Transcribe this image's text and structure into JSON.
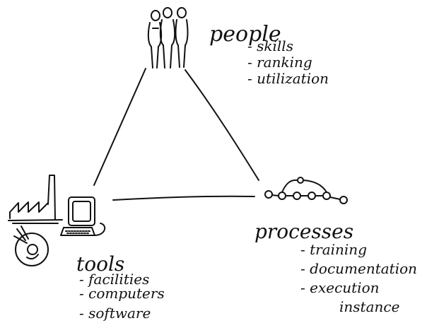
{
  "nodes": {
    "people": {
      "label": "people",
      "items": [
        "- skills",
        "- ranking",
        "- utilization"
      ],
      "icon": "people-icon"
    },
    "processes": {
      "label": "processes",
      "items": [
        "- training",
        "- documentation",
        "- execution",
        "instance"
      ],
      "icon": "process-flow-icon"
    },
    "tools": {
      "label": "tools",
      "items": [
        "- facilities",
        "- computers",
        "- software"
      ],
      "icon": "tools-icon"
    }
  },
  "colors": {
    "ink": "#111111",
    "background": "#ffffff"
  }
}
